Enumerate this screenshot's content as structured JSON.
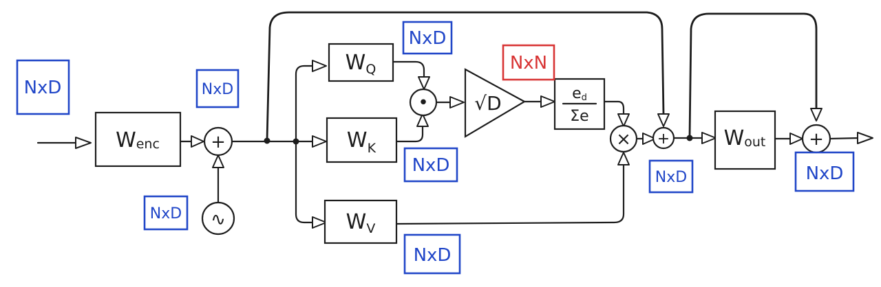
{
  "colors": {
    "ink": "#1c1c1c",
    "dim_blue": "#2046c8",
    "dim_red": "#d83434"
  },
  "blocks": {
    "enc": {
      "main": "W",
      "sub": "enc"
    },
    "q": {
      "main": "W",
      "sub": "Q"
    },
    "k": {
      "main": "W",
      "sub": "K"
    },
    "v": {
      "main": "W",
      "sub": "V"
    },
    "scale": {
      "label": "√D"
    },
    "softmax": {
      "num_main": "e",
      "num_sub": "d",
      "den": "Σe"
    },
    "out": {
      "main": "W",
      "sub": "out"
    }
  },
  "operators": {
    "add_pos": "+",
    "pos_enc": "∿",
    "dot": "•",
    "mul": "×",
    "add_res1": "+",
    "add_res2": "+"
  },
  "dims": {
    "input": "NxD",
    "after_pos": "NxD",
    "q": "NxD",
    "k": "NxD",
    "v": "NxD",
    "scores": "NxN",
    "pos_enc": "NxD",
    "res1": "NxD",
    "output": "NxD"
  }
}
